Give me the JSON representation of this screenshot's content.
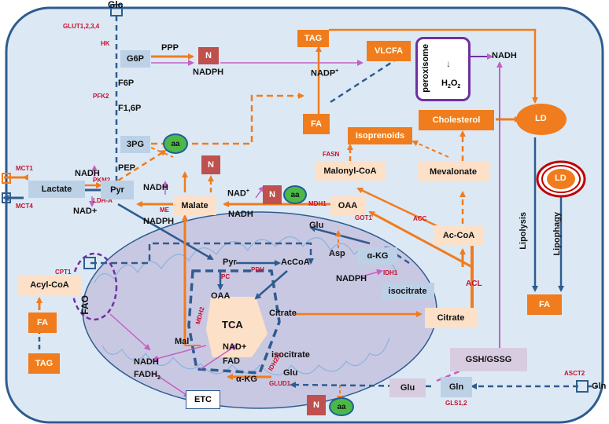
{
  "colors": {
    "orange": "#f07c1e",
    "blue_arrow": "#2f5c8f",
    "pink_arrow": "#c45fc2",
    "enzyme_red": "#c8102e",
    "aa_green": "#4cb848",
    "cell_fill": "#dce9f5",
    "mito_fill": "#c9c8e3"
  },
  "nodes": {
    "glc": "Glc",
    "g6p": "G6P",
    "ppp": "PPP",
    "n": "N",
    "nadph": "NADPH",
    "tag_top": "TAG",
    "vlcfa": "VLCFA",
    "peroxisome": "peroxisome",
    "h2o2_main": "H",
    "h2o2_sub": "2",
    "h2o2_o": "O",
    "h2o2_sub2": "2",
    "nadh_top": "NADH",
    "nadp_plus": "NADP",
    "nadp_sup": "+",
    "f6p": "F6P",
    "f16p": "F1,6P",
    "threepg": "3PG",
    "pep": "PEP",
    "aa": "aa",
    "fa_mid": "FA",
    "isoprenoids": "Isoprenoids",
    "cholesterol": "Cholesterol",
    "ld": "LD",
    "ld_inner": "LD",
    "mevalonate": "Mevalonate",
    "malonyl": "Malonyl-CoA",
    "lactate": "Lactate",
    "pyr": "Pyr",
    "malate": "Malate",
    "oaa": "OAA",
    "accoa_cyto": "Ac-CoA",
    "glu_cyto": "Glu",
    "asp": "Asp",
    "akg_cyto": "α-KG",
    "isocitrate_cyto": "isocitrate",
    "nadph_cyto": "NADPH",
    "citrate_cyto": "Citrate",
    "nadh_left": "NADH",
    "nad_plus_left": "NAD+",
    "nadh_me": "NADH",
    "nadph_me": "NADPH",
    "nad_plus_mdh": "NAD",
    "nad_plus_sup": "+",
    "nadh_mdh": "NADH",
    "lipolysis": "Lipolysis",
    "lipophagy": "Lipophagy",
    "fa_right": "FA",
    "gsh": "GSH/GSSG",
    "glu_bottom": "Glu",
    "gln_bottom": "Gln",
    "gln_out": "Gln",
    "acyl_coa": "Acyl-CoA",
    "fa_left": "FA",
    "tag_left": "TAG",
    "fao": "FAO",
    "pyr_mito": "Pyr",
    "accoa_mito": "AcCoA",
    "oaa_mito": "OAA",
    "citrate_mito": "Citrate",
    "tca": "TCA",
    "nad_plus_mito": "NAD+",
    "fad": "FAD",
    "isocitrate_mito": "isocitrate",
    "akg_mito": "α-KG",
    "glu_mito": "Glu",
    "mal": "Mal",
    "nadh_mito": "NADH",
    "fadh2": "FADH",
    "fadh2_sub": "2",
    "etc": "ETC"
  },
  "enzymes": {
    "glut": "GLUT1,2,3,4",
    "hk": "HK",
    "pfk2": "PFK2",
    "pkm2": "PKM2",
    "ldha": "LDH-A",
    "me": "ME",
    "mct1": "MCT1",
    "mct4": "MCT4",
    "mdh1": "MDH1",
    "acc": "ACC",
    "fasn": "FASN",
    "got1": "GOT1",
    "idh1": "IDH1",
    "acl": "ACL",
    "cpt1": "CPT1",
    "pdh": "PDH",
    "pc": "PC",
    "mdh2": "MDH2",
    "idh23": "IDH2/3",
    "glud1": "GLUD1",
    "gls12": "GLS1,2",
    "asct2": "ASCT2"
  }
}
